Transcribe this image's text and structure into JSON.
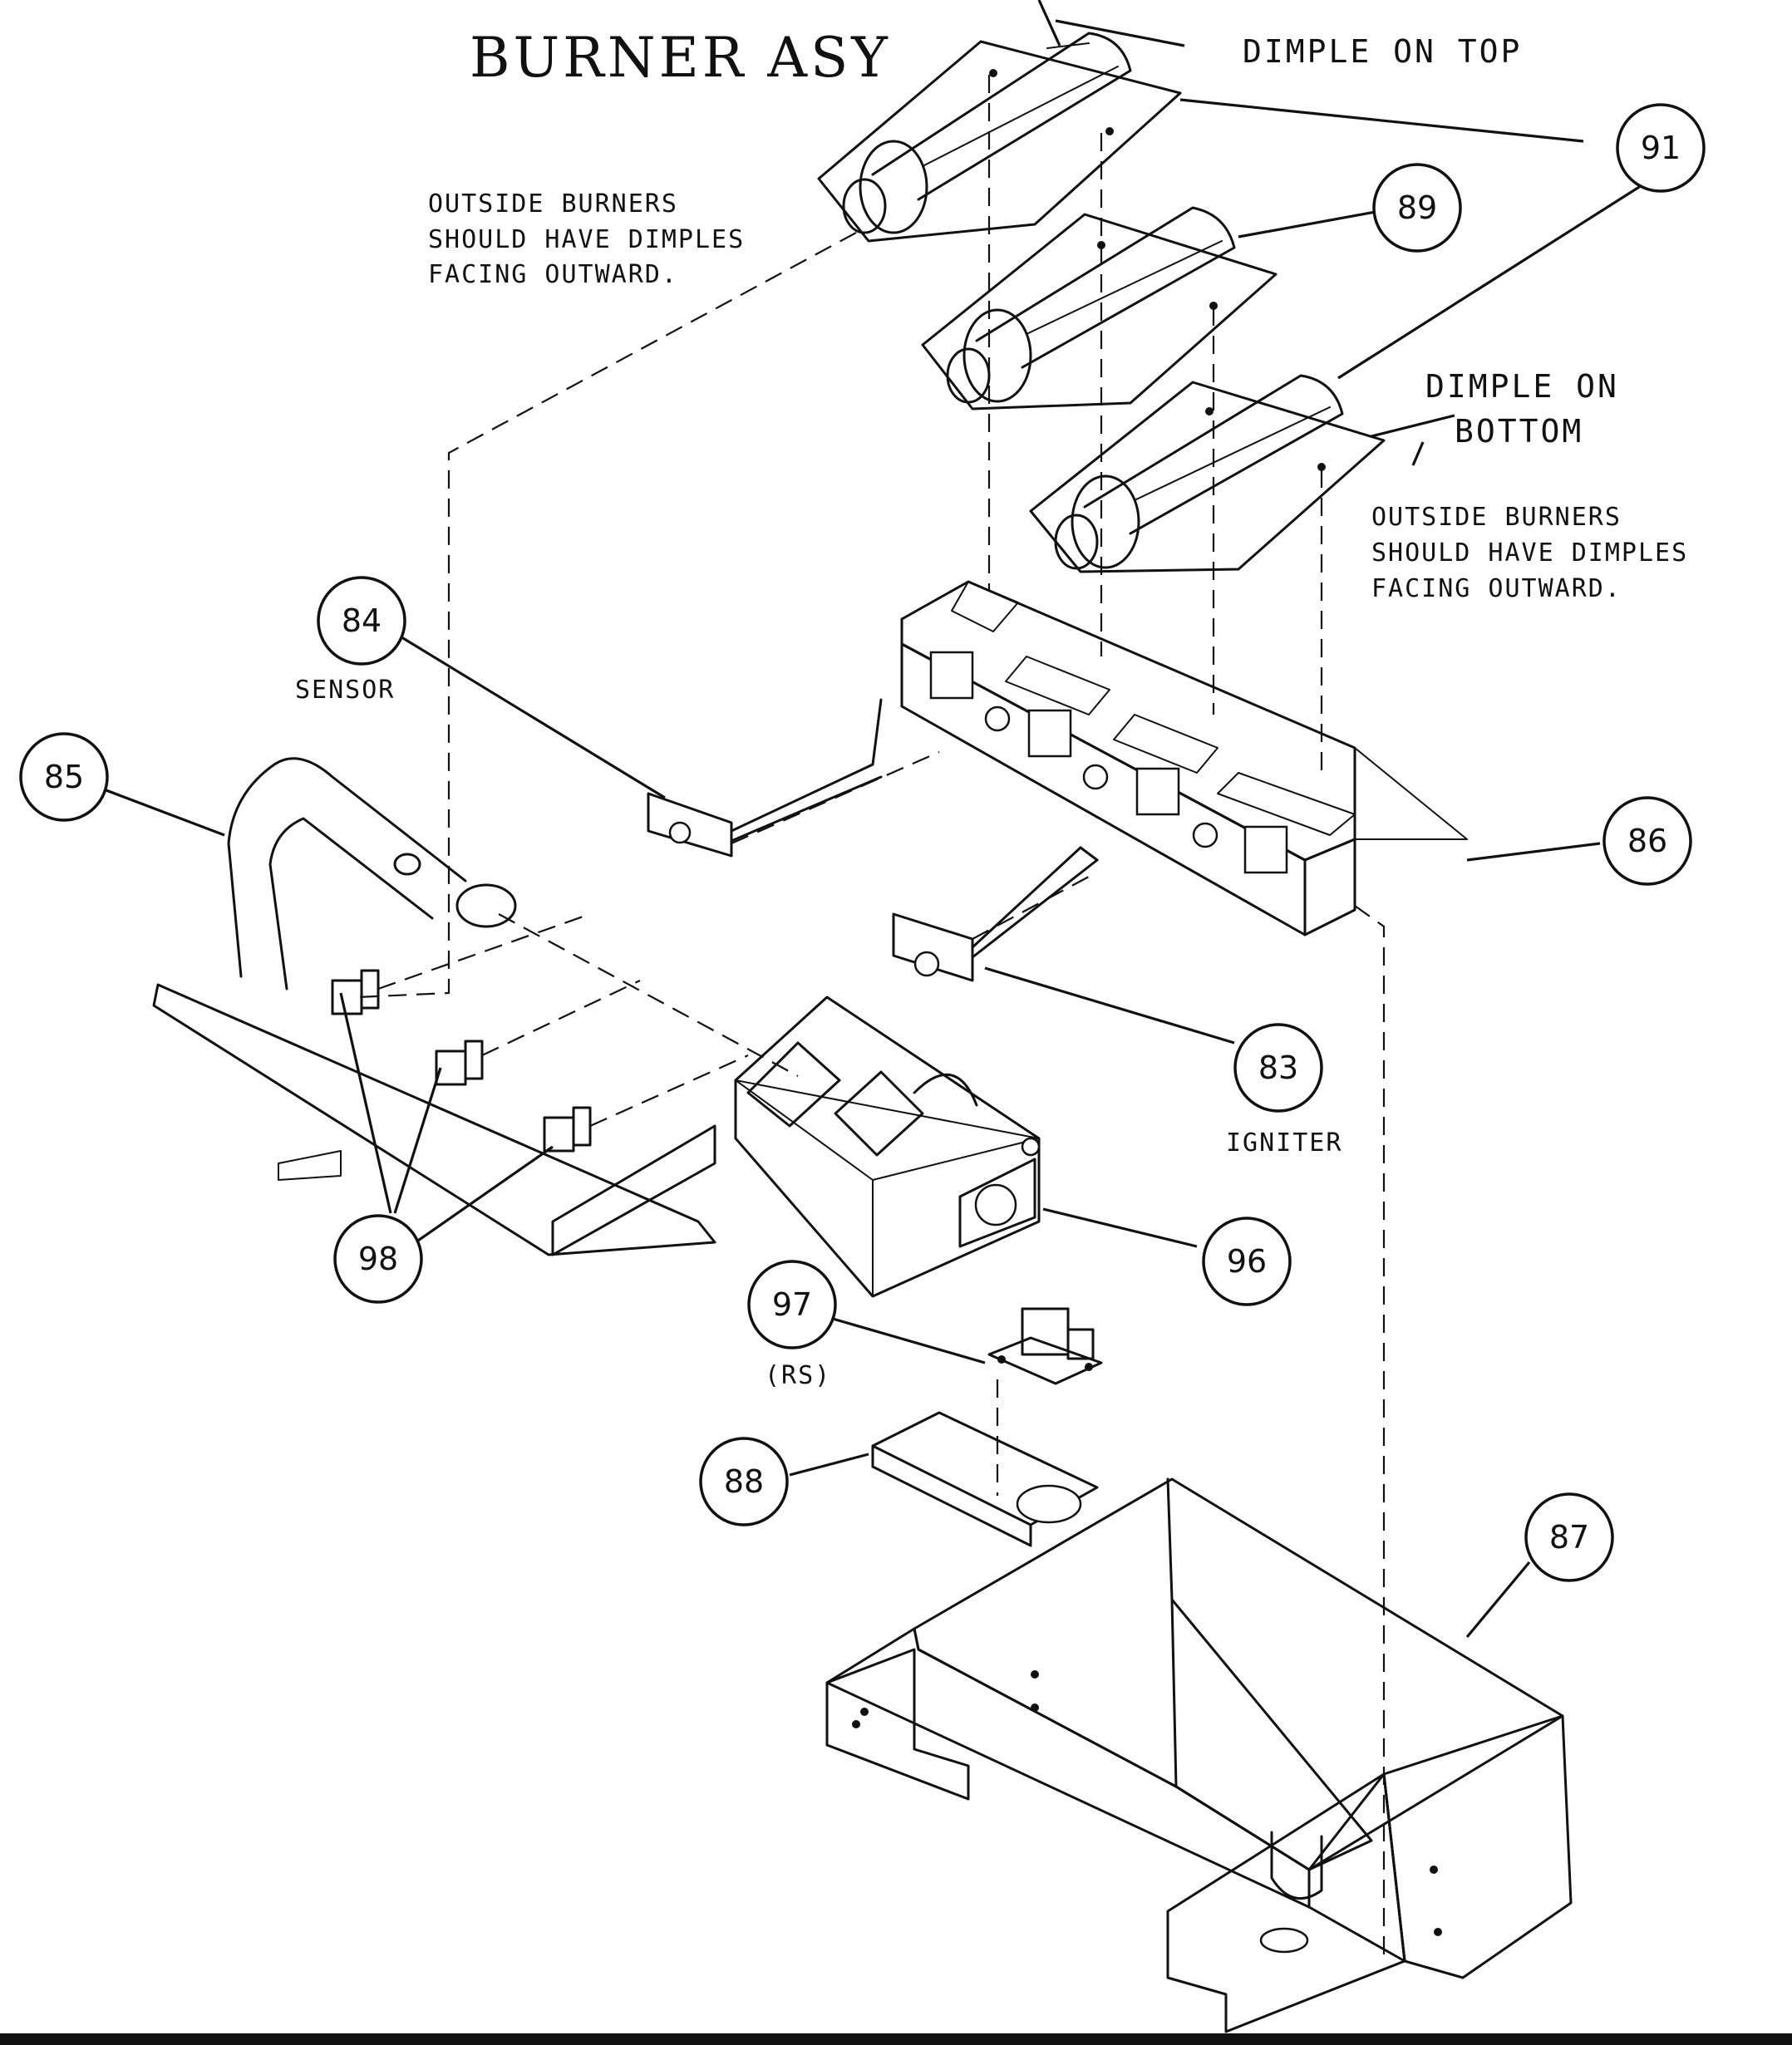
{
  "title": "BURNER ASY",
  "labels": {
    "dimple_top": "DIMPLE ON TOP",
    "dimple_bottom_1": "DIMPLE ON",
    "dimple_bottom_2": "BOTTOM",
    "note_left_1": "OUTSIDE BURNERS",
    "note_left_2": "SHOULD HAVE DIMPLES",
    "note_left_3": "FACING OUTWARD.",
    "note_right_1": "OUTSIDE BURNERS",
    "note_right_2": "SHOULD HAVE DIMPLES",
    "note_right_3": "FACING OUTWARD.",
    "sensor": "SENSOR",
    "igniter": "IGNITER",
    "rs": "(RS)"
  },
  "callouts": {
    "c91": "91",
    "c89": "89",
    "c84": "84",
    "c85": "85",
    "c86": "86",
    "c83": "83",
    "c96": "96",
    "c97": "97",
    "c98": "98",
    "c88": "88",
    "c87": "87"
  }
}
